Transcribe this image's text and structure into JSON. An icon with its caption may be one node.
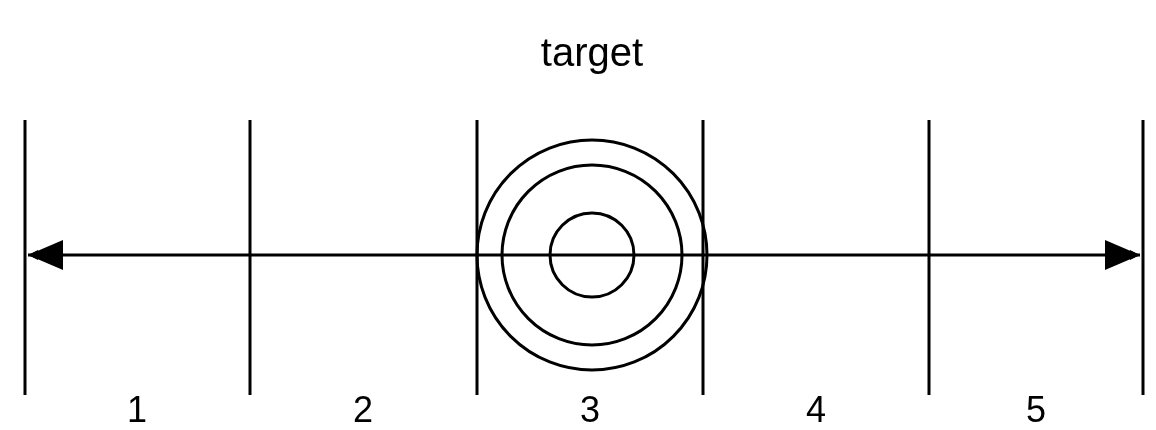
{
  "diagram": {
    "title": "target",
    "labels": [
      "1",
      "2",
      "3",
      "4",
      "5"
    ]
  }
}
